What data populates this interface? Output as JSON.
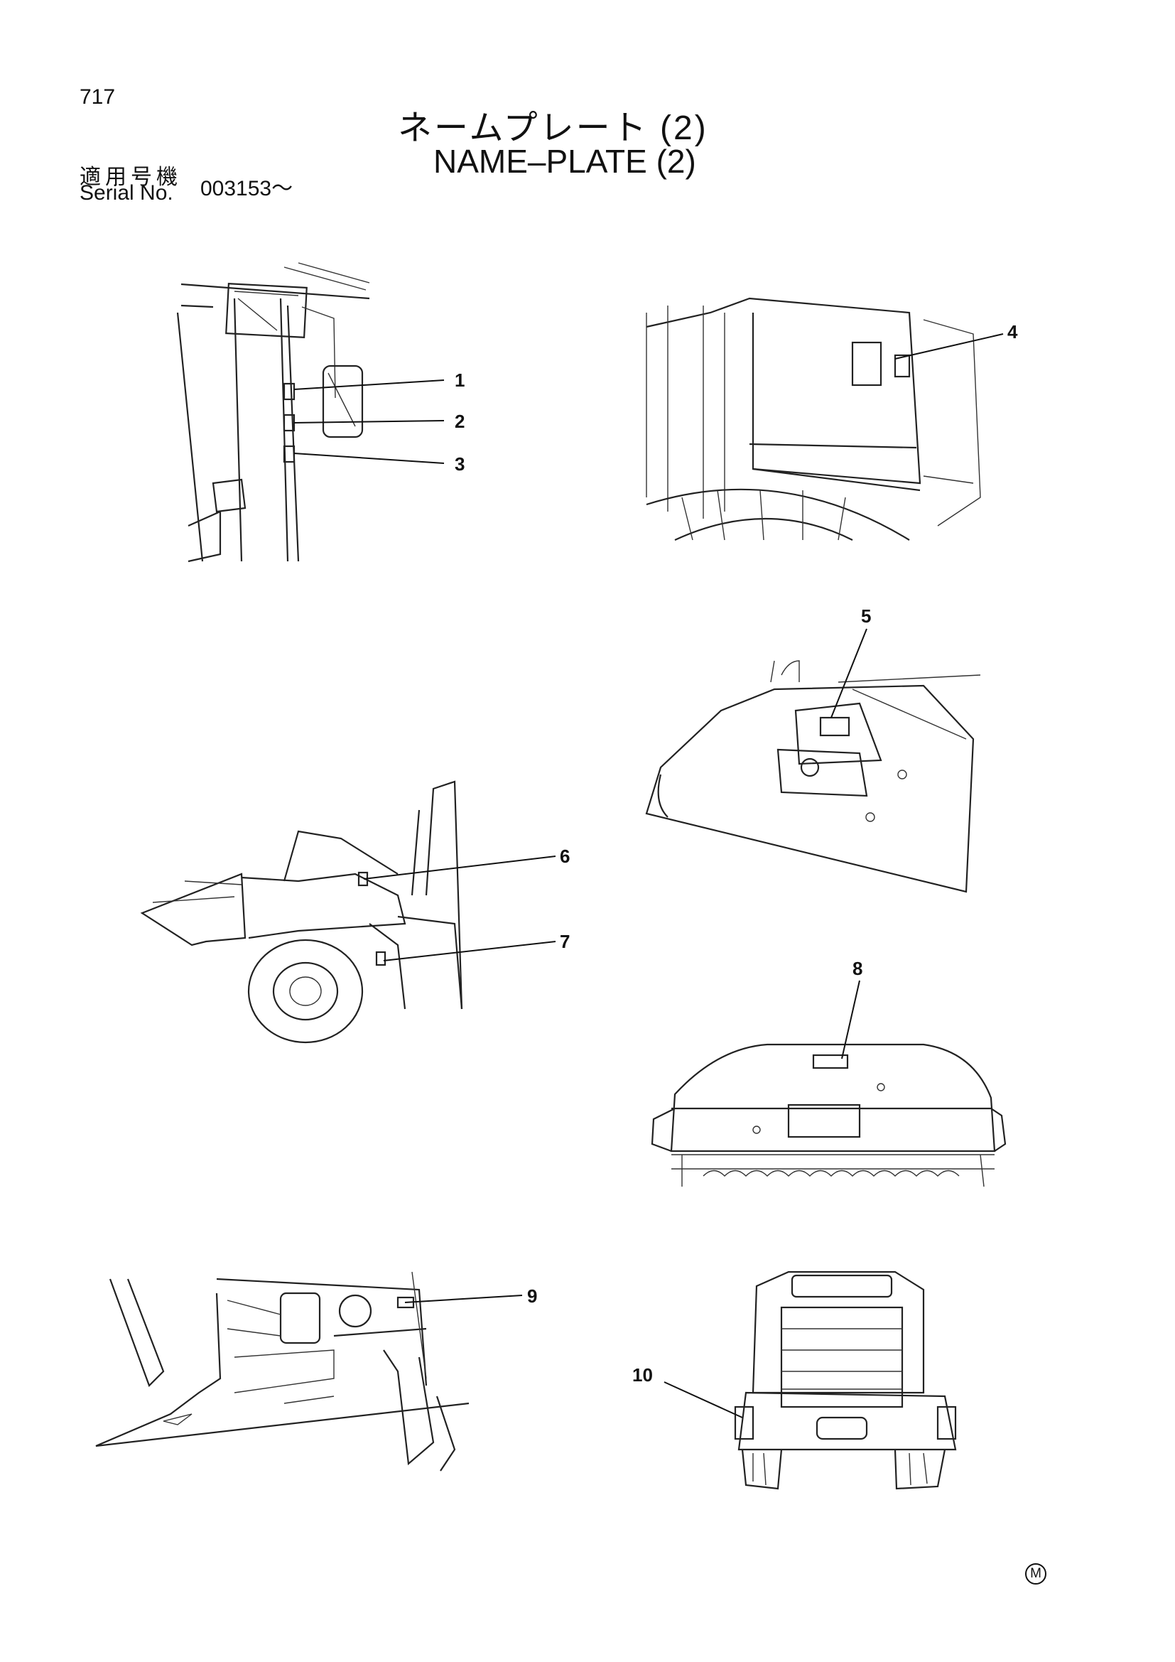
{
  "header": {
    "page_number": "717",
    "title_jp": "ネームプレート (2)",
    "title_en": "NAME–PLATE (2)",
    "serial_label_jp": "適用号機",
    "serial_label_en": "Serial No.",
    "serial_value": "003153～"
  },
  "callouts": [
    "1",
    "2",
    "3",
    "4",
    "5",
    "6",
    "7",
    "8",
    "9",
    "10"
  ],
  "footer": {
    "mark": "M"
  }
}
